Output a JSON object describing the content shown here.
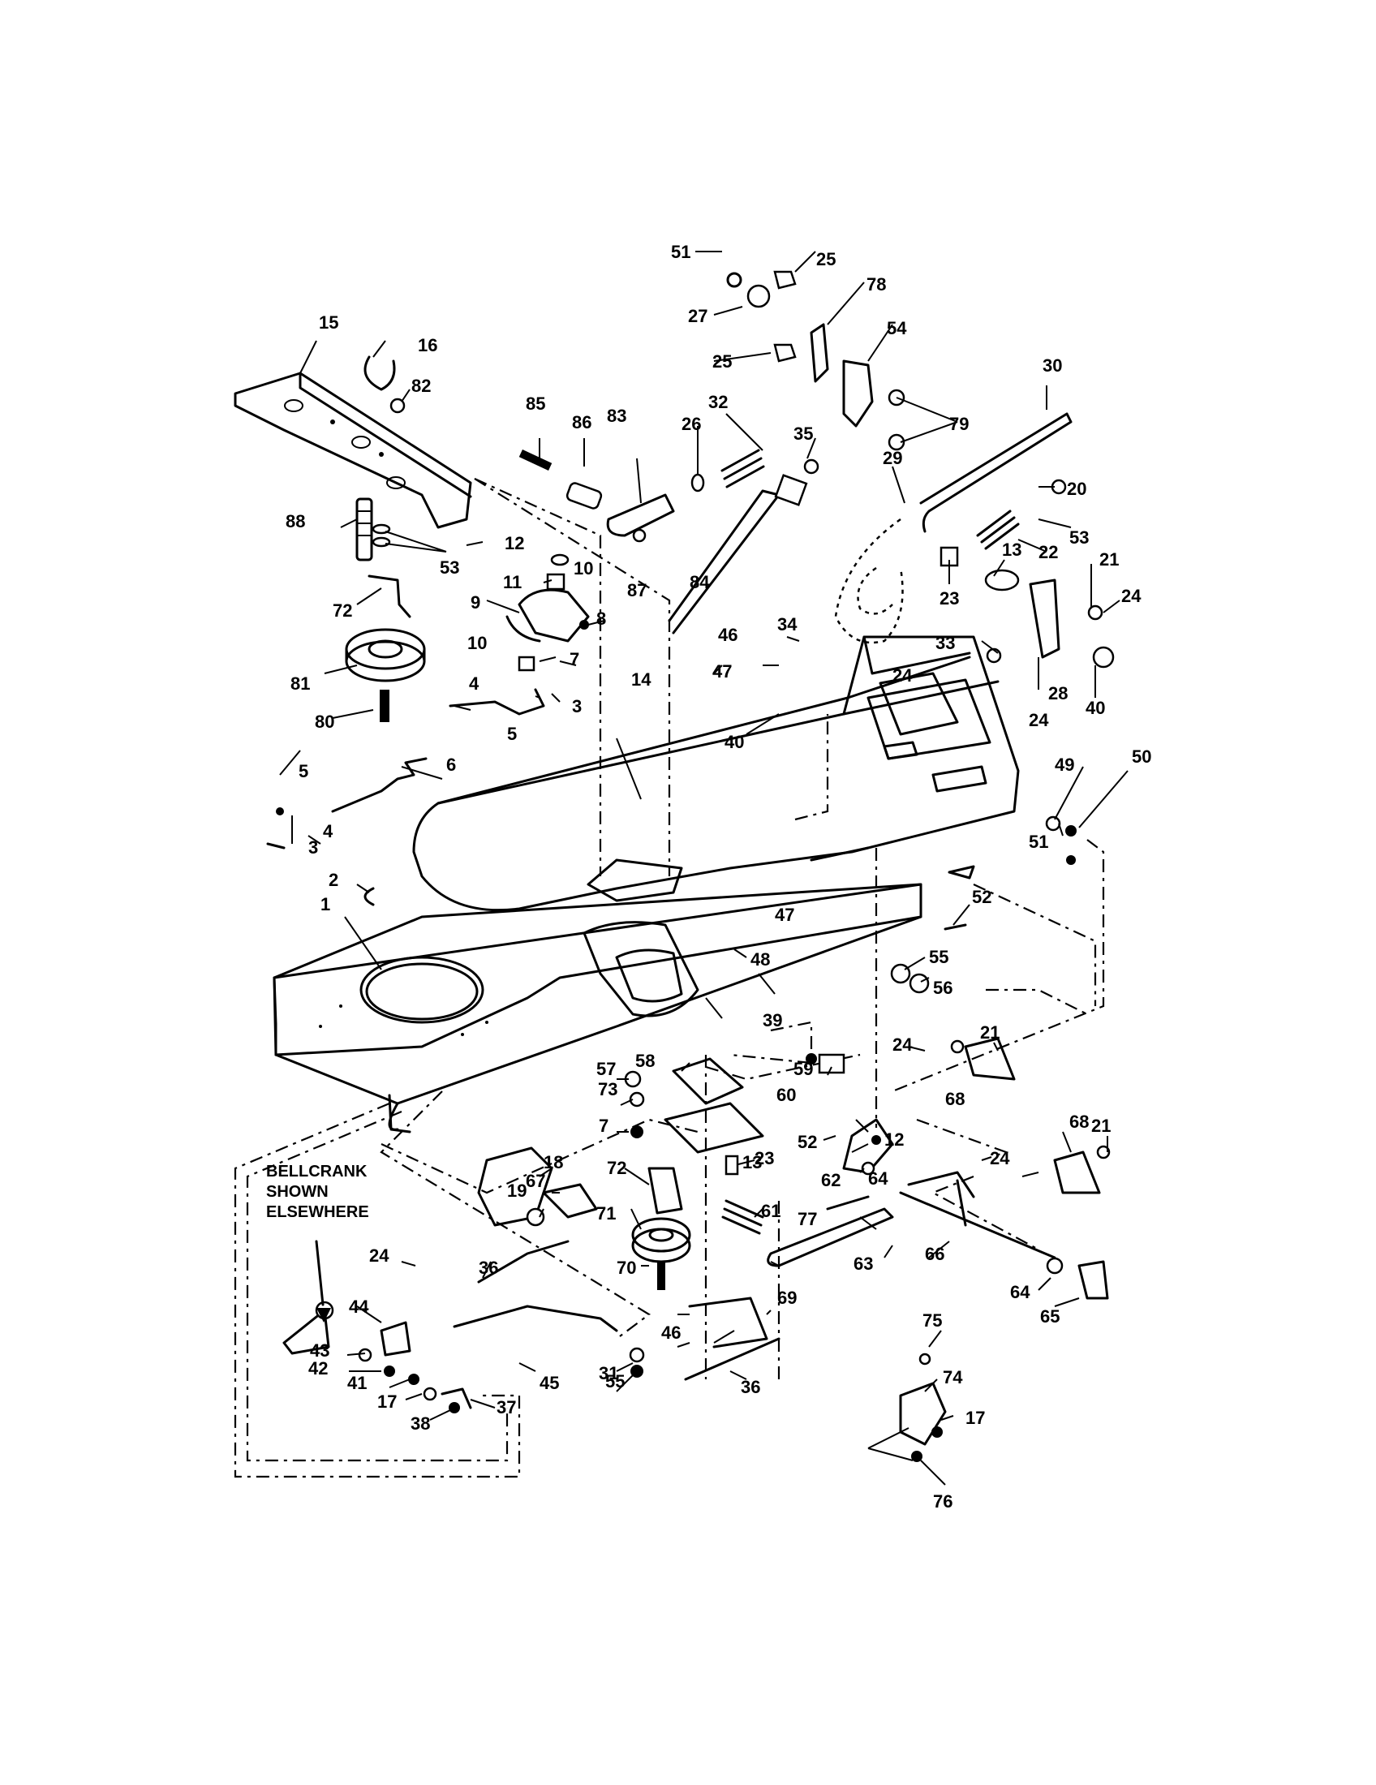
{
  "diagram": {
    "note_lines": [
      "BELLCRANK",
      "SHOWN",
      "ELSEWHERE"
    ],
    "labels": [
      "1",
      "2",
      "3",
      "3",
      "4",
      "4",
      "5",
      "5",
      "6",
      "7",
      "7",
      "8",
      "9",
      "10",
      "10",
      "11",
      "12",
      "12",
      "13",
      "13",
      "14",
      "15",
      "16",
      "17",
      "17",
      "18",
      "19",
      "20",
      "21",
      "21",
      "21",
      "22",
      "23",
      "23",
      "24",
      "24",
      "24",
      "24",
      "24",
      "24",
      "25",
      "25",
      "26",
      "27",
      "28",
      "29",
      "30",
      "31",
      "32",
      "33",
      "34",
      "35",
      "36",
      "36",
      "37",
      "38",
      "39",
      "40",
      "40",
      "41",
      "42",
      "43",
      "44",
      "45",
      "46",
      "46",
      "47",
      "47",
      "48",
      "49",
      "50",
      "51",
      "51",
      "52",
      "52",
      "53",
      "53",
      "54",
      "55",
      "55",
      "56",
      "57",
      "58",
      "59",
      "60",
      "61",
      "62",
      "63",
      "64",
      "64",
      "65",
      "66",
      "67",
      "68",
      "68",
      "69",
      "70",
      "71",
      "72",
      "72",
      "73",
      "74",
      "75",
      "76",
      "77",
      "78",
      "79",
      "80",
      "81",
      "82",
      "83",
      "84",
      "85",
      "86",
      "87",
      "88"
    ]
  }
}
